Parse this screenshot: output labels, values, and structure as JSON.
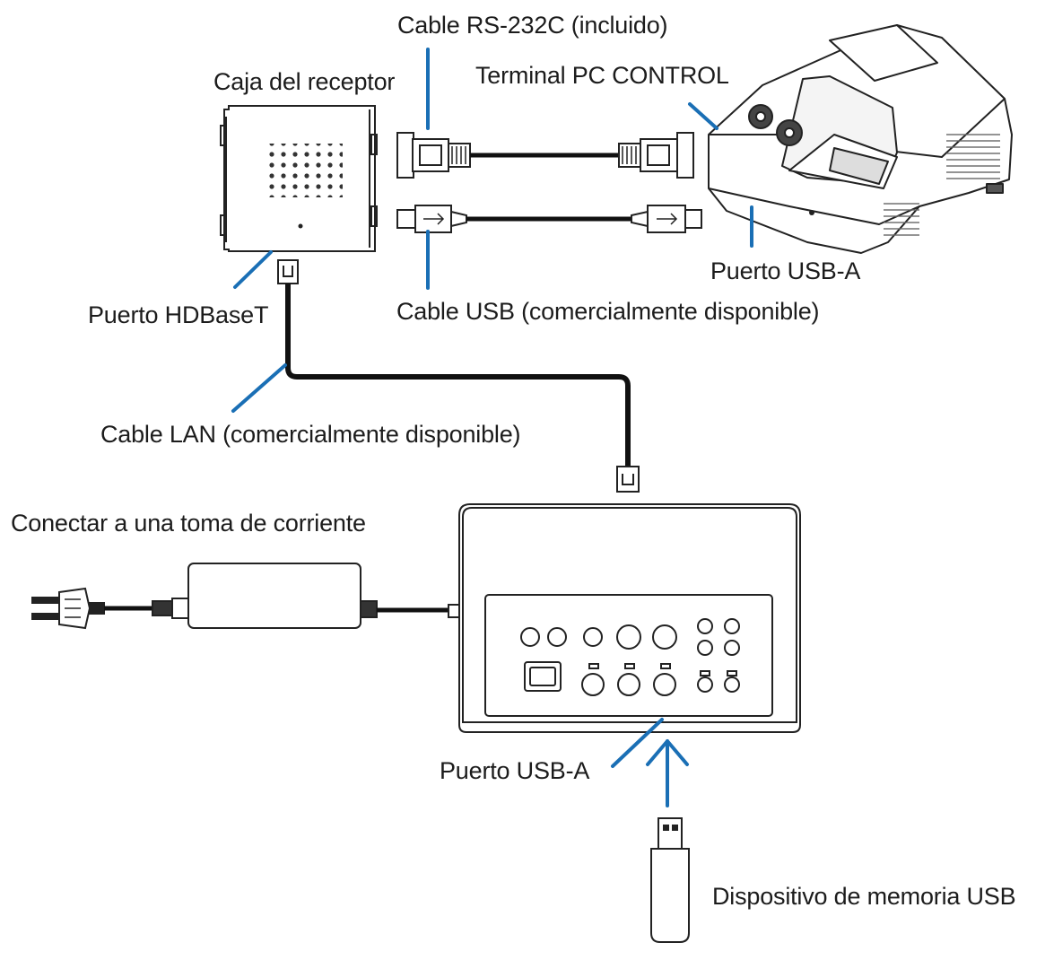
{
  "labels": {
    "cable_rs232c": "Cable RS-232C (incluido)",
    "caja_receptor": "Caja del receptor",
    "terminal_pc_control": "Terminal PC CONTROL",
    "puerto_usb_a_projector": "Puerto USB-A",
    "puerto_hdbaset": "Puerto HDBaseT",
    "cable_usb": "Cable USB (comercialmente disponible)",
    "cable_lan": "Cable LAN (comercialmente disponible)",
    "conectar_toma": "Conectar a una toma de corriente",
    "puerto_usb_a_transmitter": "Puerto USB-A",
    "dispositivo_memoria": "Dispositivo de memoria USB"
  },
  "colors": {
    "leader_line": "#1a6fb5",
    "outline": "#222222",
    "cable": "#111111",
    "text": "#1c1c1c",
    "background": "#ffffff"
  },
  "icons": {
    "receiver_box": "receiver-box-device",
    "projector": "ultra-short-throw-projector",
    "transmitter": "hdbaset-transmitter-box",
    "power_adapter": "ac-power-adapter",
    "power_plug": "power-plug",
    "usb_stick": "usb-flash-drive",
    "upload_arrow": "up-arrow"
  }
}
